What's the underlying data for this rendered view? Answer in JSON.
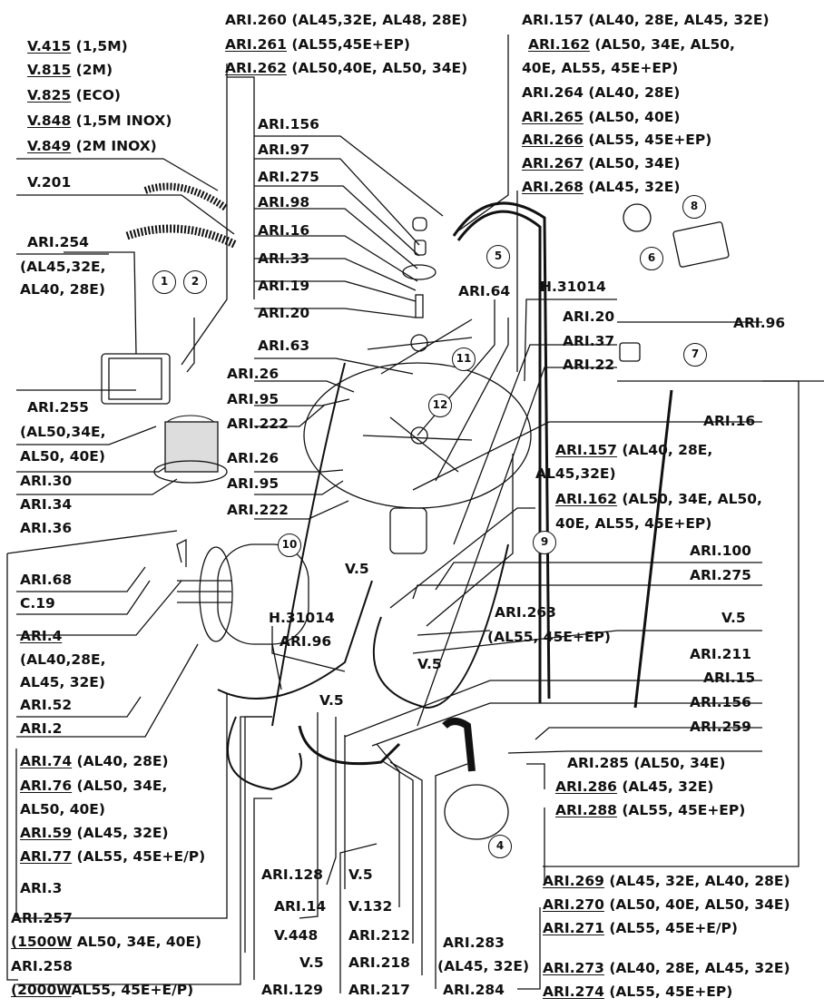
{
  "labels": {
    "v415": {
      "code": "V.415",
      "text": " (1,5M)"
    },
    "v815": {
      "code": "V.815",
      "text": " (2M)"
    },
    "v825": {
      "code": "V.825",
      "text": " (ECO)"
    },
    "v848": {
      "code": "V.848",
      "text": " (1,5M INOX)"
    },
    "v849": {
      "code": "V.849",
      "text": " (2M INOX)"
    },
    "v201": {
      "code": "V.201",
      "text": ""
    },
    "ari254": {
      "code": "ARI.254",
      "text": ""
    },
    "ari254s1": {
      "code": "",
      "text": "(AL45,32E,"
    },
    "ari254s2": {
      "code": "",
      "text": "AL40, 28E)"
    },
    "ari255": {
      "code": "ARI.255",
      "text": ""
    },
    "ari255s1": {
      "code": "",
      "text": "(AL50,34E,"
    },
    "ari255s2": {
      "code": "",
      "text": "AL50, 40E)"
    },
    "ari30": {
      "code": "ARI.30",
      "text": ""
    },
    "ari34": {
      "code": "ARI.34",
      "text": ""
    },
    "ari36": {
      "code": "ARI.36",
      "text": ""
    },
    "ari68": {
      "code": "ARI.68",
      "text": ""
    },
    "c19": {
      "code": "C.19",
      "text": ""
    },
    "ari4": {
      "code": "ARI.4",
      "text": ""
    },
    "ari4s1": {
      "code": "",
      "text": "(AL40,28E,"
    },
    "ari4s2": {
      "code": "",
      "text": "AL45, 32E)"
    },
    "ari52": {
      "code": "ARI.52",
      "text": ""
    },
    "ari2": {
      "code": "ARI.2",
      "text": ""
    },
    "ari74": {
      "code": "ARI.74",
      "text": " (AL40, 28E)"
    },
    "ari76": {
      "code": "ARI.76",
      "text": " (AL50, 34E,"
    },
    "ari76s": {
      "code": "",
      "text": "AL50, 40E)"
    },
    "ari59": {
      "code": "ARI.59",
      "text": " (AL45, 32E)"
    },
    "ari77": {
      "code": "ARI.77",
      "text": " (AL55, 45E+E/P)"
    },
    "ari3": {
      "code": "ARI.3",
      "text": ""
    },
    "ari257": {
      "code": "ARI.257",
      "text": ""
    },
    "ari257s": {
      "code": "(1500W",
      "text": " AL50, 34E, 40E)"
    },
    "ari258": {
      "code": "ARI.258",
      "text": ""
    },
    "ari258s": {
      "code": "(2000W",
      "text": "AL55, 45E+E/P)"
    },
    "ari260": {
      "code": "",
      "text": "ARI.260 (AL45,32E, AL48, 28E)"
    },
    "ari261": {
      "code": "ARI.261",
      "text": " (AL55,45E+EP)"
    },
    "ari262": {
      "code": "ARI.262",
      "text": " (AL50,40E, AL50, 34E)"
    },
    "ari156a": {
      "code": "ARI.156",
      "text": ""
    },
    "ari97": {
      "code": "ARI.97",
      "text": ""
    },
    "ari275a": {
      "code": "ARI.275",
      "text": ""
    },
    "ari98": {
      "code": "ARI.98",
      "text": ""
    },
    "ari16a": {
      "code": "ARI.16",
      "text": ""
    },
    "ari33": {
      "code": "ARI.33",
      "text": ""
    },
    "ari19": {
      "code": "ARI.19",
      "text": ""
    },
    "ari20a": {
      "code": "ARI.20",
      "text": ""
    },
    "ari63": {
      "code": "ARI.63",
      "text": ""
    },
    "ari26a": {
      "code": "ARI.26",
      "text": ""
    },
    "ari95a": {
      "code": "ARI.95",
      "text": ""
    },
    "ari222a": {
      "code": "ARI.222",
      "text": ""
    },
    "ari26b": {
      "code": "ARI.26",
      "text": ""
    },
    "ari95b": {
      "code": "ARI.95",
      "text": ""
    },
    "ari222b": {
      "code": "ARI.222",
      "text": ""
    },
    "ari157a": {
      "code": "ARI.157",
      "text": " (AL40, 28E, AL45, 32E)"
    },
    "ari162a": {
      "code": "ARI.162",
      "text": " (AL50, 34E, AL50,"
    },
    "ari162as": {
      "code": "",
      "text": "40E, AL55, 45E+EP)"
    },
    "ari264": {
      "code": "",
      "text": "ARI.264 (AL40, 28E)"
    },
    "ari265": {
      "code": "ARI.265",
      "text": " (AL50, 40E)"
    },
    "ari266": {
      "code": "ARI.266",
      "text": " (AL55, 45E+EP)"
    },
    "ari267": {
      "code": "ARI.267",
      "text": " (AL50, 34E)"
    },
    "ari268": {
      "code": "ARI.268",
      "text": " (AL45, 32E)"
    },
    "ari64": {
      "code": "ARI.64",
      "text": ""
    },
    "h31014a": {
      "code": "H.31014",
      "text": ""
    },
    "ari20b": {
      "code": "ARI.20",
      "text": ""
    },
    "ari96a": {
      "code": "ARI.96",
      "text": ""
    },
    "ari37": {
      "code": "ARI.37",
      "text": ""
    },
    "ari22": {
      "code": "ARI.22",
      "text": ""
    },
    "ari16b": {
      "code": "ARI.16",
      "text": ""
    },
    "ari157b": {
      "code": "ARI.157",
      "text": " (AL40, 28E,"
    },
    "ari157bs": {
      "code": "AL45,32E)",
      "text": ""
    },
    "ari162b": {
      "code": "ARI.162",
      "text": " (AL50, 34E, AL50,"
    },
    "ari162bs": {
      "code": "",
      "text": "40E, AL55, 45E+EP)"
    },
    "ari100": {
      "code": "ARI.100",
      "text": ""
    },
    "ari275b": {
      "code": "ARI.275",
      "text": ""
    },
    "ari263": {
      "code": "ARI.263",
      "text": ""
    },
    "ari263s": {
      "code": "",
      "text": "(AL55, 45E+EP)"
    },
    "v5a": {
      "code": "V.5",
      "text": ""
    },
    "v5b": {
      "code": "V.5",
      "text": ""
    },
    "v5c": {
      "code": "V.5",
      "text": ""
    },
    "v5d": {
      "code": "V.5",
      "text": ""
    },
    "v5e": {
      "code": "V.5",
      "text": ""
    },
    "v5f": {
      "code": "V.5",
      "text": ""
    },
    "h31014b": {
      "code": "H.31014",
      "text": ""
    },
    "ari96b": {
      "code": "ARI.96",
      "text": ""
    },
    "ari211": {
      "code": "ARI.211",
      "text": ""
    },
    "ari15": {
      "code": "ARI.15",
      "text": ""
    },
    "ari156b": {
      "code": "ARI.156",
      "text": ""
    },
    "ari259": {
      "code": "ARI.259",
      "text": ""
    },
    "ari285": {
      "code": "ARI.285",
      "text": " (AL50, 34E)"
    },
    "ari286": {
      "code": "ARI.286",
      "text": " (AL45, 32E)"
    },
    "ari288": {
      "code": "ARI.288",
      "text": " (AL55, 45E+EP)"
    },
    "ari128": {
      "code": "ARI.128",
      "text": ""
    },
    "ari14": {
      "code": "ARI.14",
      "text": ""
    },
    "v132": {
      "code": "V.132",
      "text": ""
    },
    "v448": {
      "code": "V.448",
      "text": ""
    },
    "ari212": {
      "code": "ARI.212",
      "text": ""
    },
    "ari218": {
      "code": "ARI.218",
      "text": ""
    },
    "ari129": {
      "code": "ARI.129",
      "text": ""
    },
    "ari217": {
      "code": "ARI.217",
      "text": ""
    },
    "ari283": {
      "code": "ARI.283",
      "text": ""
    },
    "ari283s": {
      "code": "",
      "text": "(AL45, 32E)"
    },
    "ari284": {
      "code": "ARI.284",
      "text": ""
    },
    "ari269": {
      "code": "ARI.269",
      "text": " (AL45, 32E, AL40, 28E)"
    },
    "ari270": {
      "code": "ARI.270",
      "text": " (AL50, 40E, AL50, 34E)"
    },
    "ari271": {
      "code": "ARI.271",
      "text": " (AL55, 45E+E/P)"
    },
    "ari273": {
      "code": "ARI.273",
      "text": " (AL40, 28E, AL45, 32E)"
    },
    "ari274": {
      "code": "ARI.274",
      "text": " (AL55, 45E+EP)"
    }
  },
  "callouts": [
    "1",
    "2",
    "4",
    "5",
    "6",
    "7",
    "8",
    "9",
    "10",
    "11",
    "12"
  ]
}
